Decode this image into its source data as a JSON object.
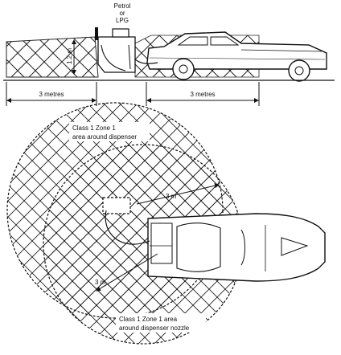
{
  "elevation": {
    "fuel_label_line1": "Petrol",
    "fuel_label_line2": "or",
    "fuel_label_line3": "LPG",
    "height_label": "1.2 m",
    "left_distance_label": "3 metres",
    "right_distance_label": "3 metres"
  },
  "plan": {
    "dispenser_zone_line1": "Class 1 Zone 1",
    "dispenser_zone_line2": "area around dispenser",
    "nozzle_zone_line1": "Class 1 Zone 1 area",
    "nozzle_zone_line2": "around dispenser nozzle",
    "radius_label_upper": "3 m",
    "radius_label_lower": "3 m"
  }
}
